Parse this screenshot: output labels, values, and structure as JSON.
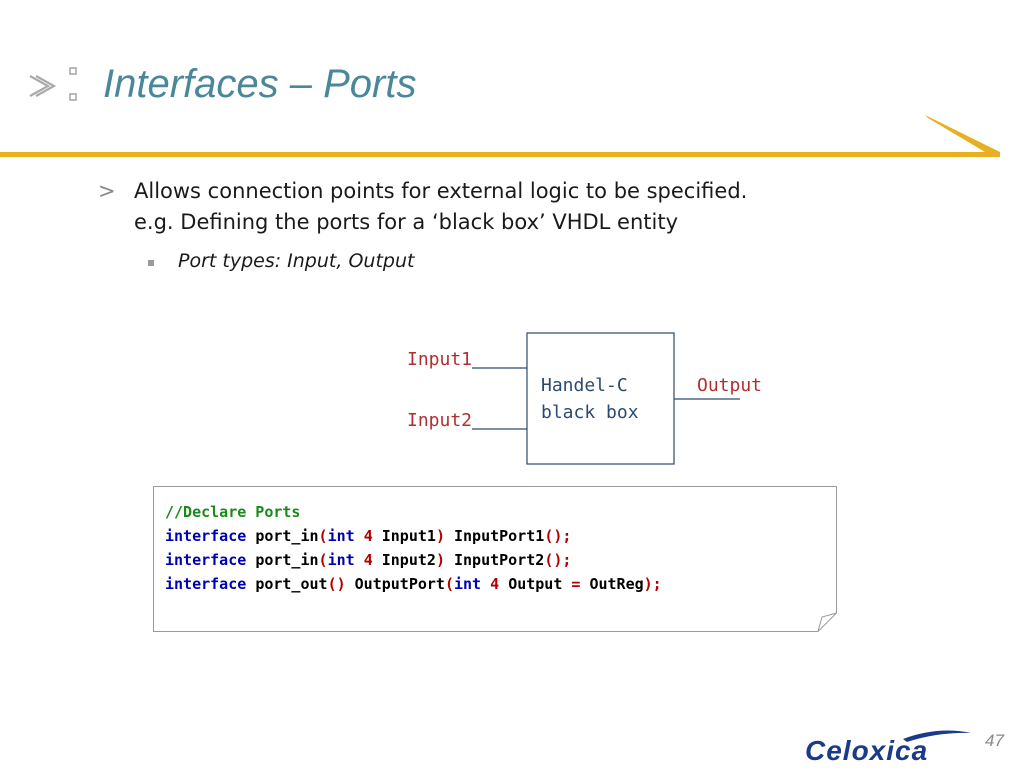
{
  "header": {
    "title": "Interfaces – Ports"
  },
  "content": {
    "bullet_marker": ">",
    "bullet_line1": "Allows connection points for external logic to be specified.",
    "bullet_line2": "e.g. Defining the ports for a ‘black box’  VHDL entity",
    "sub_bullet": "Port types: Input, Output"
  },
  "diagram": {
    "input1": "Input1",
    "input2": "Input2",
    "box_line1": "Handel-C",
    "box_line2": "black box",
    "output": "Output"
  },
  "code": {
    "comment": "//Declare Ports",
    "kw_interface": "interface",
    "fn_in": "port_in",
    "fn_out": "port_out",
    "kw_int": "int",
    "width": "4",
    "arg1": "Input1",
    "arg2": "Input2",
    "inst1": "InputPort1",
    "inst2": "InputPort2",
    "out_inst": "OutputPort",
    "out_name": "Output",
    "out_reg": "OutReg",
    "paren_open": "(",
    "paren_close": ")",
    "empty_parens": "()",
    "empty_parens_semi": "();",
    "close_semi": ");",
    "equals": "="
  },
  "footer": {
    "brand": "Celoxica",
    "page_number": "47"
  },
  "colors": {
    "title": "#4a8899",
    "rule": "#e8b020",
    "diagram_labels": "#b03030",
    "box_text": "#2a4a70",
    "code_comment": "#1a8a1a",
    "code_keyword": "#0000b0",
    "code_punct": "#b00000",
    "brand": "#1a3a8a"
  }
}
